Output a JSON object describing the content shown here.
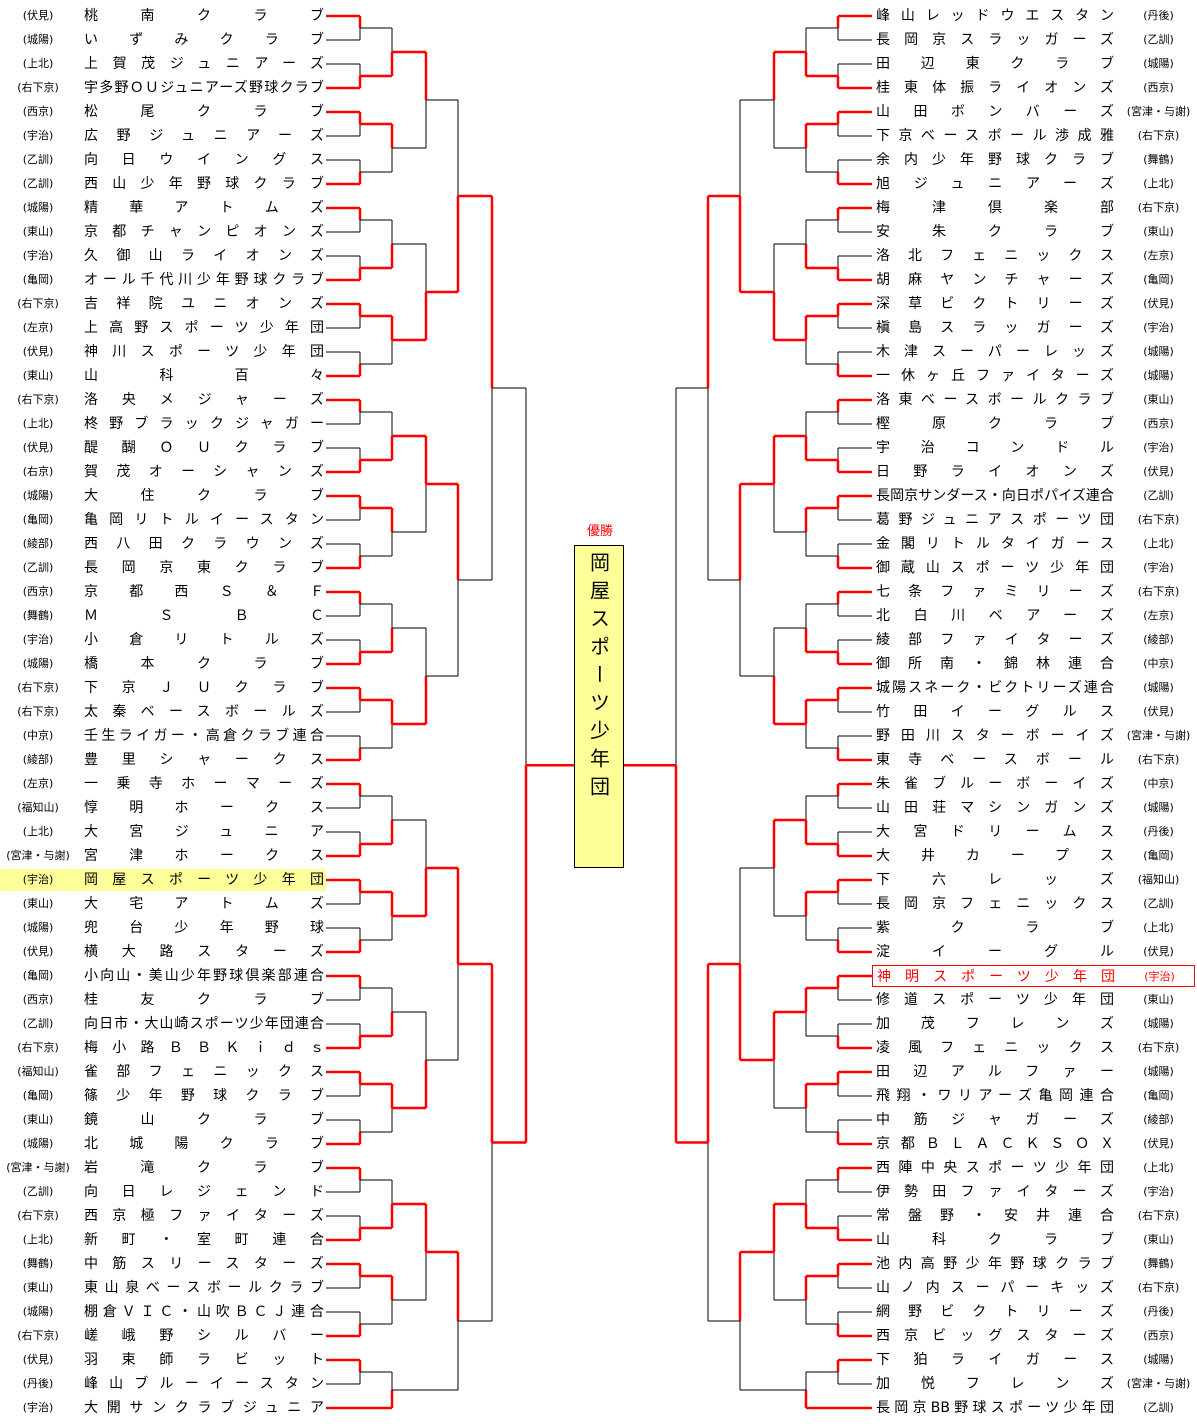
{
  "champion": {
    "label": "優勝",
    "team": "岡屋スポーツ少年団"
  },
  "colors": {
    "win_line": "#ff0000",
    "line": "#000000",
    "highlight": "#ffff99",
    "highlight_text": "#ff0000"
  },
  "left_bracket": [
    {
      "district": "(伏見)",
      "team": "桃南クラブ"
    },
    {
      "district": "(城陽)",
      "team": "いずみクラブ"
    },
    {
      "district": "(上北)",
      "team": "上賀茂ジュニアーズ"
    },
    {
      "district": "(右下京)",
      "team": "宇多野ＯＵジュニアーズ野球クラブ"
    },
    {
      "district": "(西京)",
      "team": "松尾クラブ"
    },
    {
      "district": "(宇治)",
      "team": "広野ジュニアーズ"
    },
    {
      "district": "(乙訓)",
      "team": "向日ウイングス"
    },
    {
      "district": "(乙訓)",
      "team": "西山少年野球クラブ"
    },
    {
      "district": "(城陽)",
      "team": "精華アトムズ"
    },
    {
      "district": "(東山)",
      "team": "京都チャンピオンズ"
    },
    {
      "district": "(宇治)",
      "team": "久御山ライオンズ"
    },
    {
      "district": "(亀岡)",
      "team": "オール千代川少年野球クラブ"
    },
    {
      "district": "(右下京)",
      "team": "吉祥院ユニオンズ"
    },
    {
      "district": "(左京)",
      "team": "上高野スポーツ少年団"
    },
    {
      "district": "(伏見)",
      "team": "神川スポーツ少年団"
    },
    {
      "district": "(東山)",
      "team": "山科百々"
    },
    {
      "district": "(右下京)",
      "team": "洛央メジャーズ"
    },
    {
      "district": "(上北)",
      "team": "柊野ブラックジャガー"
    },
    {
      "district": "(伏見)",
      "team": "醍醐ＯＵクラブ"
    },
    {
      "district": "(右京)",
      "team": "賀茂オーシャンズ"
    },
    {
      "district": "(城陽)",
      "team": "大住クラブ"
    },
    {
      "district": "(亀岡)",
      "team": "亀岡リトルイースタン"
    },
    {
      "district": "(綾部)",
      "team": "西八田クラウンズ"
    },
    {
      "district": "(乙訓)",
      "team": "長岡京東クラブ"
    },
    {
      "district": "(西京)",
      "team": "京都西Ｓ＆Ｆ"
    },
    {
      "district": "(舞鶴)",
      "team": "ＭＳＢＣ"
    },
    {
      "district": "(宇治)",
      "team": "小倉リトルズ"
    },
    {
      "district": "(城陽)",
      "team": "橋本クラブ"
    },
    {
      "district": "(右下京)",
      "team": "下京ＪＵクラブ"
    },
    {
      "district": "(右下京)",
      "team": "太秦ベースボールズ"
    },
    {
      "district": "(中京)",
      "team": "壬生ライガー・高倉クラブ連合"
    },
    {
      "district": "(綾部)",
      "team": "豊里シャークス"
    },
    {
      "district": "(左京)",
      "team": "一乗寺ホーマーズ"
    },
    {
      "district": "(福知山)",
      "team": "惇明ホークス"
    },
    {
      "district": "(上北)",
      "team": "大宮ジュニア"
    },
    {
      "district": "(宮津・与謝)",
      "team": "宮津ホークス"
    },
    {
      "district": "(宇治)",
      "team": "岡屋スポーツ少年団"
    },
    {
      "district": "(東山)",
      "team": "大宅アトムズ"
    },
    {
      "district": "(城陽)",
      "team": "兜台少年野球"
    },
    {
      "district": "(伏見)",
      "team": "横大路スターズ"
    },
    {
      "district": "(亀岡)",
      "team": "小向山・美山少年野球倶楽部連合"
    },
    {
      "district": "(西京)",
      "team": "桂友クラブ"
    },
    {
      "district": "(乙訓)",
      "team": "向日市・大山崎スポーツ少年団連合"
    },
    {
      "district": "(右下京)",
      "team": "梅小路ＢＢＫｉｄｓ"
    },
    {
      "district": "(福知山)",
      "team": "雀部フェニックス"
    },
    {
      "district": "(亀岡)",
      "team": "篠少年野球クラブ"
    },
    {
      "district": "(東山)",
      "team": "鏡山クラブ"
    },
    {
      "district": "(城陽)",
      "team": "北城陽クラブ"
    },
    {
      "district": "(宮津・与謝)",
      "team": "岩滝クラブ"
    },
    {
      "district": "(乙訓)",
      "team": "向日レジェンド"
    },
    {
      "district": "(右下京)",
      "team": "西京極ファイターズ"
    },
    {
      "district": "(上北)",
      "team": "新町・室町連合"
    },
    {
      "district": "(舞鶴)",
      "team": "中筋スリースターズ"
    },
    {
      "district": "(東山)",
      "team": "東山泉ベースボールクラブ"
    },
    {
      "district": "(城陽)",
      "team": "棚倉ＶＩＣ・山吹ＢＣＪ連合"
    },
    {
      "district": "(右下京)",
      "team": "嵯峨野シルバー"
    },
    {
      "district": "(伏見)",
      "team": "羽束師ラビット"
    },
    {
      "district": "(丹後)",
      "team": "峰山ブルーイースタン"
    },
    {
      "district": "(宇治)",
      "team": "大開サンクラブジュニア"
    }
  ],
  "right_bracket": [
    {
      "district": "(丹後)",
      "team": "峰山レッドウエスタン"
    },
    {
      "district": "(乙訓)",
      "team": "長岡京スラッガーズ"
    },
    {
      "district": "(城陽)",
      "team": "田辺東クラブ"
    },
    {
      "district": "(西京)",
      "team": "桂東体振ライオンズ"
    },
    {
      "district": "(宮津・与謝)",
      "team": "山田ボンバーズ"
    },
    {
      "district": "(右下京)",
      "team": "下京ベースボール渉成雅"
    },
    {
      "district": "(舞鶴)",
      "team": "余内少年野球クラブ"
    },
    {
      "district": "(上北)",
      "team": "旭ジュニアーズ"
    },
    {
      "district": "(右下京)",
      "team": "梅津倶楽部"
    },
    {
      "district": "(東山)",
      "team": "安朱クラブ"
    },
    {
      "district": "(左京)",
      "team": "洛北フェニックス"
    },
    {
      "district": "(亀岡)",
      "team": "胡麻ヤンチャーズ"
    },
    {
      "district": "(伏見)",
      "team": "深草ビクトリーズ"
    },
    {
      "district": "(宇治)",
      "team": "槇島スラッガーズ"
    },
    {
      "district": "(城陽)",
      "team": "木津スーパーレッズ"
    },
    {
      "district": "(城陽)",
      "team": "一休ヶ丘ファイターズ"
    },
    {
      "district": "(東山)",
      "team": "洛東ベースボールクラブ"
    },
    {
      "district": "(西京)",
      "team": "樫原クラブ"
    },
    {
      "district": "(宇治)",
      "team": "宇治コンドル"
    },
    {
      "district": "(伏見)",
      "team": "日野ライオンズ"
    },
    {
      "district": "(乙訓)",
      "team": "長岡京サンダース・向日ポパイズ連合"
    },
    {
      "district": "(右下京)",
      "team": "葛野ジュニアスポーツ団"
    },
    {
      "district": "(上北)",
      "team": "金閣リトルタイガース"
    },
    {
      "district": "(宇治)",
      "team": "御蔵山スポーツ少年団"
    },
    {
      "district": "(右下京)",
      "team": "七条ファミリーズ"
    },
    {
      "district": "(左京)",
      "team": "北白川ベアーズ"
    },
    {
      "district": "(綾部)",
      "team": "綾部ファイターズ"
    },
    {
      "district": "(中京)",
      "team": "御所南・錦林連合"
    },
    {
      "district": "(城陽)",
      "team": "城陽スネーク・ビクトリーズ連合"
    },
    {
      "district": "(伏見)",
      "team": "竹田イーグルス"
    },
    {
      "district": "(宮津・与謝)",
      "team": "野田川スターボーイズ"
    },
    {
      "district": "(右下京)",
      "team": "東寺ベースボール"
    },
    {
      "district": "(中京)",
      "team": "朱雀ブルーボーイズ"
    },
    {
      "district": "(城陽)",
      "team": "山田荘マシンガンズ"
    },
    {
      "district": "(丹後)",
      "team": "大宮ドリームス"
    },
    {
      "district": "(亀岡)",
      "team": "大井カープス"
    },
    {
      "district": "(福知山)",
      "team": "下六レッズ"
    },
    {
      "district": "(乙訓)",
      "team": "長岡京フェニックス"
    },
    {
      "district": "(上北)",
      "team": "紫クラブ"
    },
    {
      "district": "(伏見)",
      "team": "淀イーグル"
    },
    {
      "district": "(宇治)",
      "team": "神明スポーツ少年団"
    },
    {
      "district": "(東山)",
      "team": "修道スポーツ少年団"
    },
    {
      "district": "(城陽)",
      "team": "加茂フレンズ"
    },
    {
      "district": "(右下京)",
      "team": "凌風フェニックス"
    },
    {
      "district": "(城陽)",
      "team": "田辺アルファー"
    },
    {
      "district": "(亀岡)",
      "team": "飛翔・ワリアーズ亀岡連合"
    },
    {
      "district": "(綾部)",
      "team": "中筋ジャガーズ"
    },
    {
      "district": "(伏見)",
      "team": "京都ＢＬＡＣＫＳＯＸ"
    },
    {
      "district": "(上北)",
      "team": "西陣中央スポーツ少年団"
    },
    {
      "district": "(宇治)",
      "team": "伊勢田ファイターズ"
    },
    {
      "district": "(右下京)",
      "team": "常盤野・安井連合"
    },
    {
      "district": "(東山)",
      "team": "山科クラブ"
    },
    {
      "district": "(舞鶴)",
      "team": "池内高野少年野球クラブ"
    },
    {
      "district": "(右下京)",
      "team": "山ノ内スーパーキッズ"
    },
    {
      "district": "(丹後)",
      "team": "網野ビクトリーズ"
    },
    {
      "district": "(西京)",
      "team": "西京ビッグスターズ"
    },
    {
      "district": "(城陽)",
      "team": "下狛ライガース"
    },
    {
      "district": "(宮津・与謝)",
      "team": "加悦フレンズ"
    },
    {
      "district": "(乙訓)",
      "team": "長岡京BB野球スポーツ少年団"
    }
  ]
}
